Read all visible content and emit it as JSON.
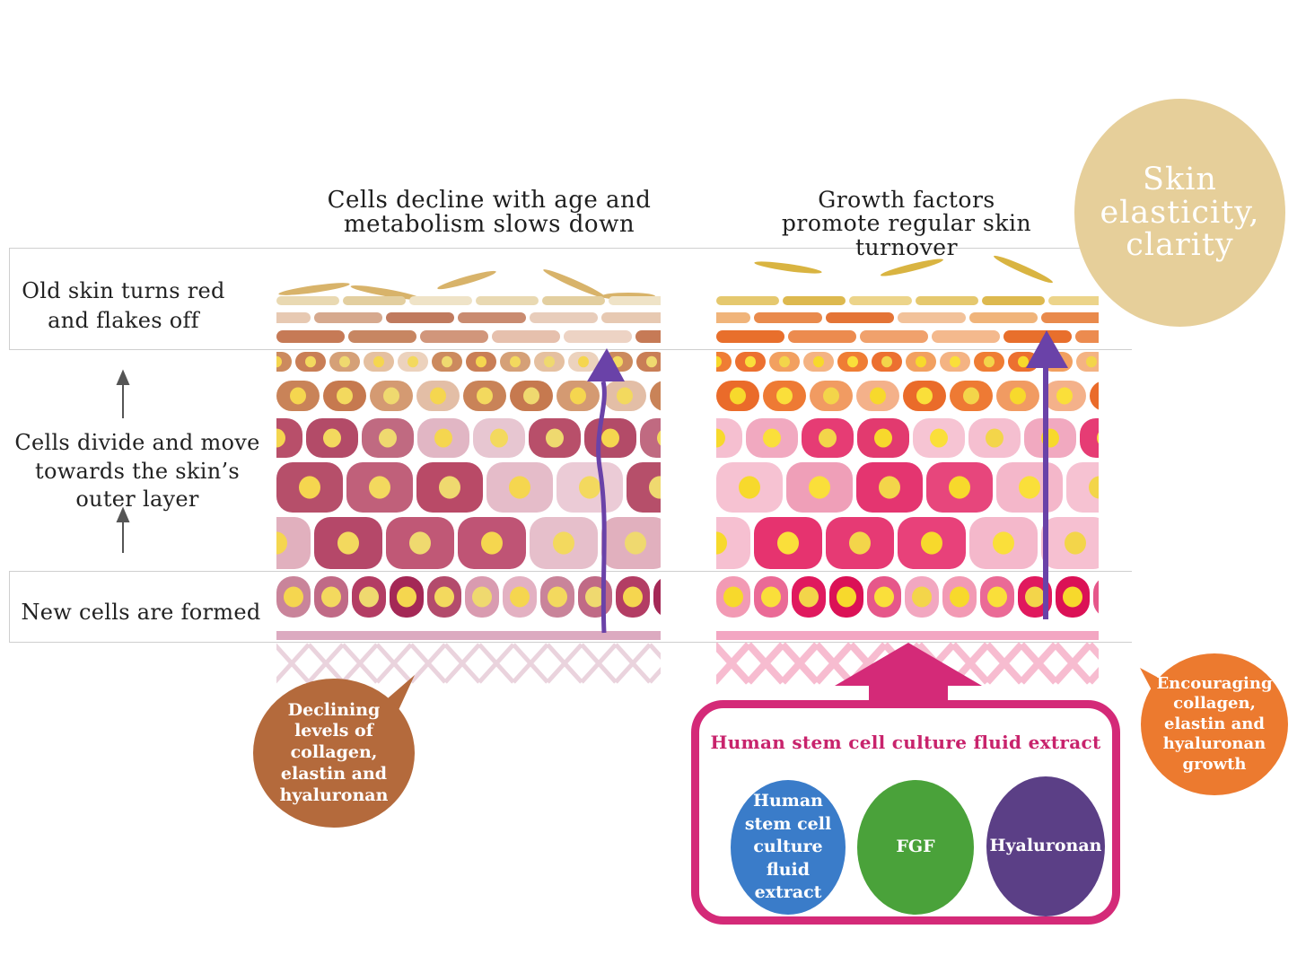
{
  "titles": {
    "left": "Cells decline with age and metabolism slows down",
    "right": "Growth factors promote regular skin turnover"
  },
  "labels": {
    "old_skin": "Old skin turns red and flakes off",
    "divide": "Cells divide and move towards the skin’s outer layer",
    "new_cells": "New cells are formed"
  },
  "bubbles": {
    "elasticity": "Skin elasticity, clarity",
    "declining": "Declining levels of collagen, elastin and hyaluronan",
    "encouraging": "Encouraging collagen, elastin and hyaluronan growth"
  },
  "extract": {
    "title": "Human stem cell culture fluid extract",
    "items": [
      {
        "label": "Human stem cell culture fluid extract",
        "color": "#3a7cc9"
      },
      {
        "label": "FGF",
        "color": "#4aa23a"
      },
      {
        "label": "Hyaluronan",
        "color": "#5b3f86"
      }
    ]
  },
  "colors": {
    "elasticity_bubble": "#e6cf9a",
    "declining_bubble": "#b46a3c",
    "encouraging_bubble": "#ec7a2f",
    "arrow_purple": "#6a42a8",
    "extract_border": "#d42a78",
    "extract_title": "#c8236c"
  }
}
